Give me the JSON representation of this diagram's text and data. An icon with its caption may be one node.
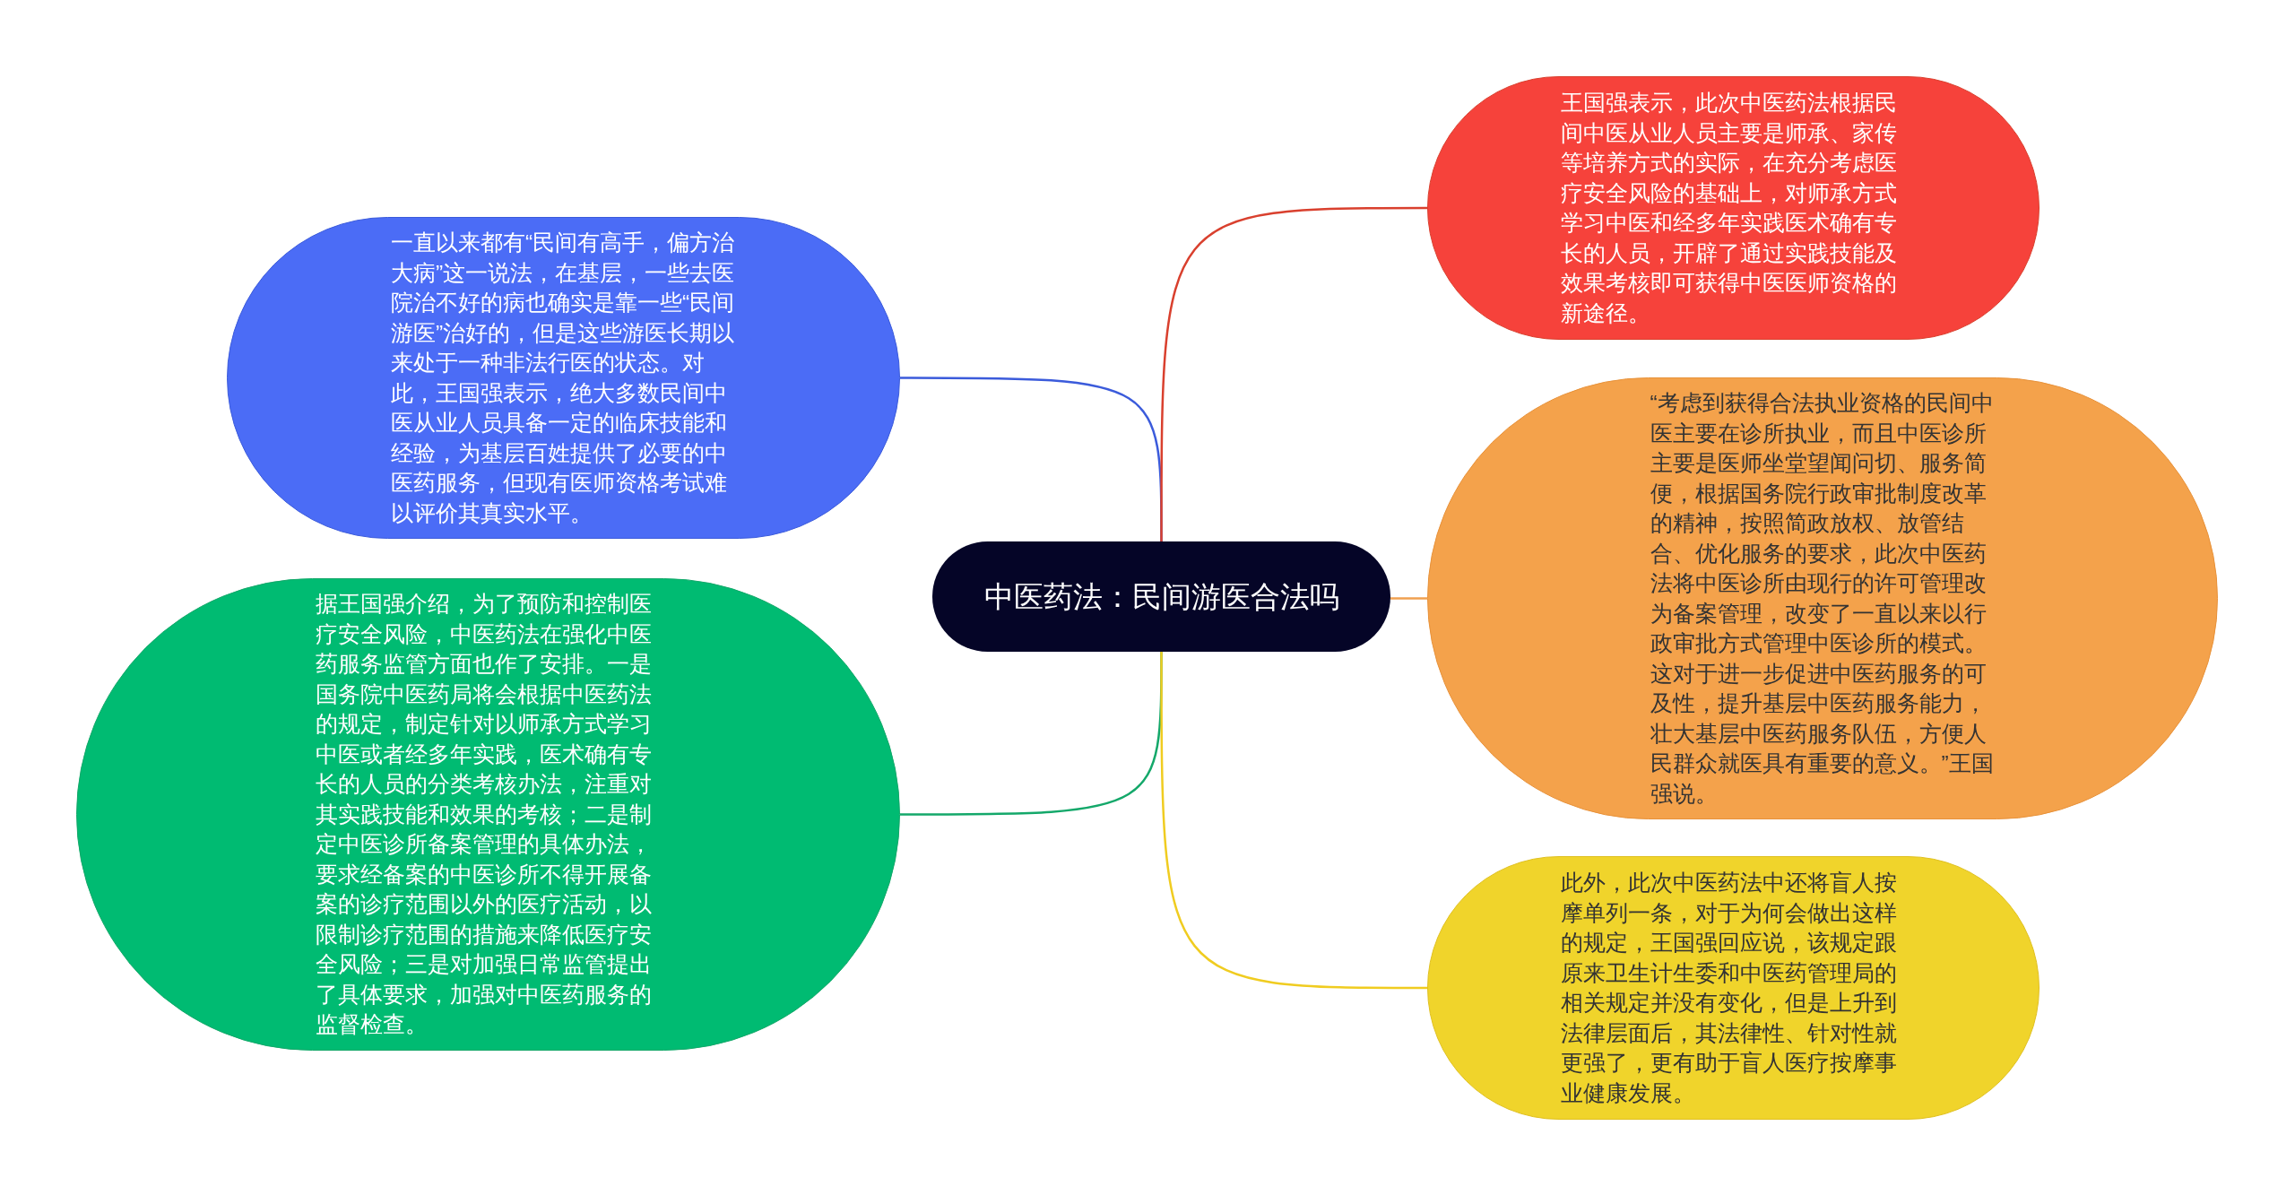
{
  "diagram": {
    "nodes": [
      {
        "text": [
          "中医药法：民间游医合法吗"
        ]
      },
      {
        "text": [
          "一直以来都有“民间有高手，偏方治大病”这一说法，在基层，一些去医院治不好的病也确实是靠一些“民间游医”治好的，但是这些游医长期以来处于一种非法行医的状态。对此，王国强表示，绝大多数民间中医从业人员具备一定的临床技能和经验，为基层百姓提供了必要的中医药服务，但现有医师资格考试难以评价其真实水平。"
        ]
      },
      {
        "text": [
          "据王国强介绍，为了预防和控制医疗安全风险，中医药法在强化中医药服务监管方面也作了安排。一是国务院中医药局将会根据中医药法的规定，制定针对以师承方式学习中医或者经多年实践，医术确有专长的人员的分类考核办法，注重对其实践技能和效果的考核；二是制定中医诊所备案管理的具体办法，要求经备案的中医诊所不得开展备案的诊疗范围以外的医疗活动，以限制诊疗范围的措施来降低医疗安全风险；三是对加强日常监管提出了具体要求，加强对中医药服务的监督检查。"
        ]
      },
      {
        "text": [
          "王国强表示，此次中医药法根据民间中医从业人员主要是师承、家传等培养方式的实际，在充分考虑医疗安全风险的基础上，对师承方式学习中医和经多年实践医术确有专长的人员，开辟了通过实践技能及效果考核即可获得中医医师资格的新途径。"
        ]
      },
      {
        "text": [
          "“考虑到获得合法执业资格的民间中医主要在诊所执业，而且中医诊所主要是医师坐堂望闻问切、服务简便，根据国务院行政审批制度改革的精神，按照简政放权、放管结合、优化服务的要求，此次中医药法将中医诊所由现行的许可管理改为备案管理，改变了一直以来以行政审批方式管理中医诊所的模式。这对于进一步促进中医药服务的可及性，提升基层中医药服务能力，壮大基层中医药服务队伍，方便人民群众就医具有重要的意义。”王国强说。"
        ]
      },
      {
        "text": [
          "此外，此次中医药法中还将盲人按摩单列一条，对于为何会做出这样的规定，王国强回应说，该规定跟原来卫生计生委和中医药管理局的相关规定并没有变化，但是上升到法律层面后，其法律性、针对性就更强了，更有助于盲人医疗按摩事业健康发展。"
        ]
      }
    ],
    "edges": [
      {
        "from": 0,
        "to": 1,
        "arrow": "none",
        "color": "#3b5bdb"
      },
      {
        "from": 0,
        "to": 2,
        "arrow": "none",
        "color": "#14a86a"
      },
      {
        "from": 0,
        "to": 3,
        "arrow": "none",
        "color": "#d9402e"
      },
      {
        "from": 0,
        "to": 4,
        "arrow": "none",
        "color": "#f0a050"
      },
      {
        "from": 0,
        "to": 5,
        "arrow": "none",
        "color": "#f0cc20"
      }
    ]
  }
}
